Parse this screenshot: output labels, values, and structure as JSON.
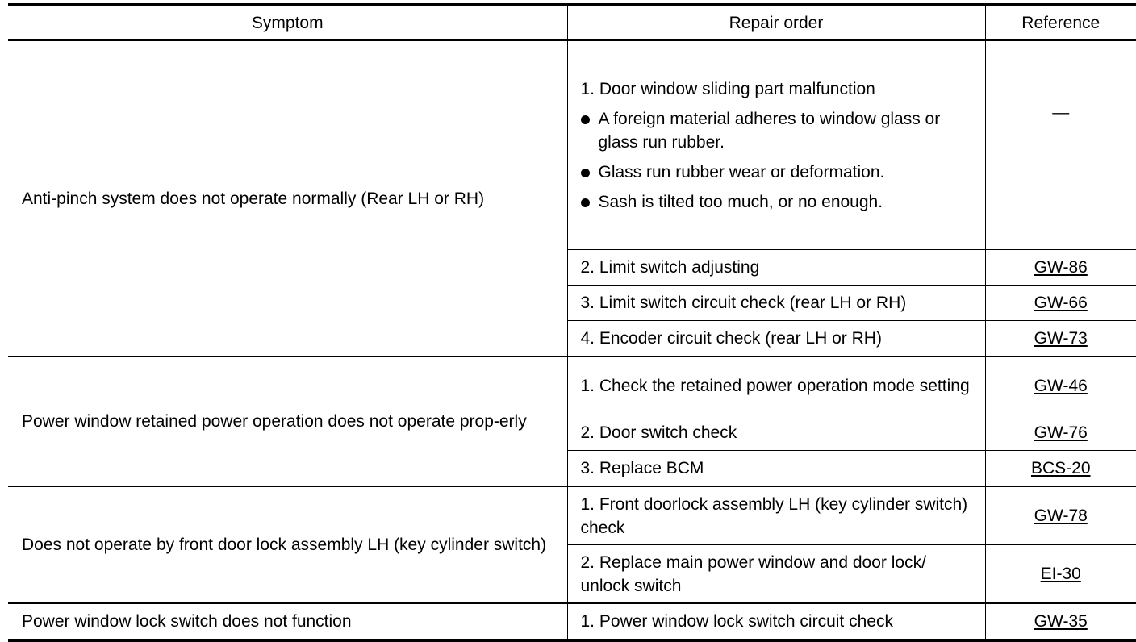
{
  "headers": {
    "symptom": "Symptom",
    "repair_order": "Repair order",
    "reference": "Reference"
  },
  "rows": [
    {
      "symptom": "Anti-pinch system does not operate normally (Rear LH or RH)",
      "steps": [
        {
          "text": "1. Door window sliding part malfunction",
          "bullets": [
            "A foreign material adheres to window glass or glass run rubber.",
            "Glass run rubber wear or deformation.",
            "Sash is tilted too much, or no enough."
          ],
          "ref": "—"
        },
        {
          "text": "2. Limit switch adjusting",
          "ref": "GW-86"
        },
        {
          "text": "3. Limit switch circuit check (rear LH or RH)",
          "ref": "GW-66"
        },
        {
          "text": "4. Encoder circuit check (rear LH or RH)",
          "ref": "GW-73"
        }
      ]
    },
    {
      "symptom": "Power window retained power operation does not operate prop-erly",
      "steps": [
        {
          "text": "1. Check the retained power operation mode setting",
          "ref": "GW-46"
        },
        {
          "text": "2. Door switch check",
          "ref": "GW-76"
        },
        {
          "text": "3. Replace BCM",
          "ref": "BCS-20"
        }
      ]
    },
    {
      "symptom": "Does not operate by front door lock assembly LH (key cylinder switch)",
      "steps": [
        {
          "text": "1. Front doorlock assembly LH (key cylinder switch) check",
          "ref": "GW-78"
        },
        {
          "text": "2. Replace main power window and door lock/ unlock switch",
          "ref": "EI-30"
        }
      ]
    },
    {
      "symptom": "Power window lock switch does not function",
      "steps": [
        {
          "text": "1. Power window lock switch circuit check",
          "ref": "GW-35"
        }
      ]
    }
  ]
}
